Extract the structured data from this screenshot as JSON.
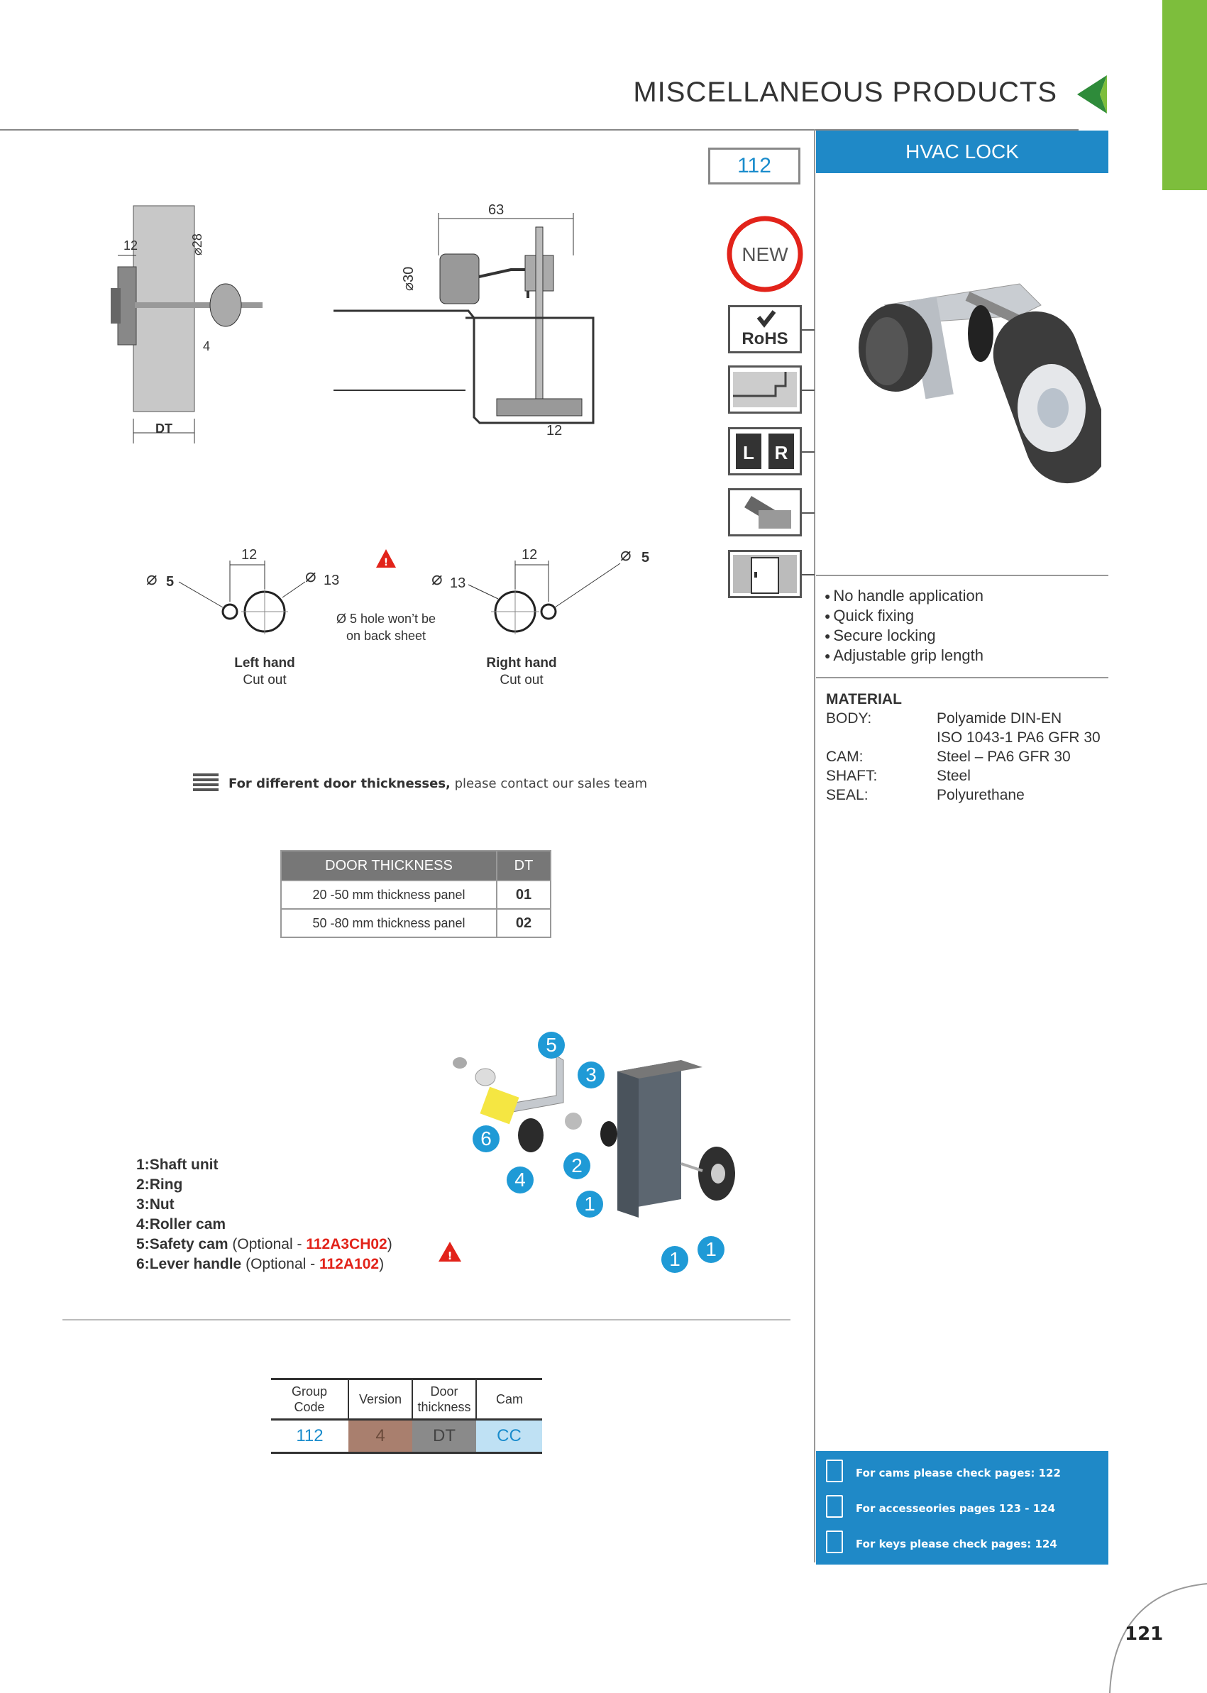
{
  "header": {
    "title": "MISCELLANEOUS PRODUCTS"
  },
  "product": {
    "code": "112",
    "name": "HVAC LOCK",
    "badge": "NEW",
    "rohs": "RoHS",
    "lr_left": "L",
    "lr_right": "R"
  },
  "drawing": {
    "dim_12a": "12",
    "dim_28": "⌀28",
    "dim_4": "4",
    "dim_dt": "DT",
    "dim_63": "63",
    "dim_30": "⌀30",
    "dim_12b": "12"
  },
  "cutouts": {
    "left_d5": "5",
    "left_12": "12",
    "left_d13": "13",
    "right_d13": "13",
    "right_12": "12",
    "right_d5": "5",
    "warning_line1": "Ø 5 hole won’t be",
    "warning_line2": "on back sheet",
    "left_title": "Left hand",
    "left_sub": "Cut out",
    "right_title": "Right hand",
    "right_sub": "Cut out"
  },
  "note": {
    "bold": "For different door thicknesses,",
    "rest": " please contact our sales team"
  },
  "door_table": {
    "headers": [
      "DOOR THICKNESS",
      "DT"
    ],
    "rows": [
      [
        "20 -50  mm thickness panel",
        "01"
      ],
      [
        "50 -80  mm thickness panel",
        "02"
      ]
    ]
  },
  "parts": [
    {
      "n": "1:",
      "label": "Shaft unit",
      "opt": "",
      "code": "",
      "close": ""
    },
    {
      "n": "2:",
      "label": "Ring",
      "opt": "",
      "code": "",
      "close": ""
    },
    {
      "n": "3:",
      "label": "Nut",
      "opt": "",
      "code": "",
      "close": ""
    },
    {
      "n": "4:",
      "label": "Roller cam",
      "opt": "",
      "code": "",
      "close": ""
    },
    {
      "n": "5:",
      "label": "Safety cam",
      "opt": " (Optional - ",
      "code": "112A3CH02",
      "close": ")"
    },
    {
      "n": "6:",
      "label": "Lever handle",
      "opt": " (Optional - ",
      "code": "112A102",
      "close": ")"
    }
  ],
  "callouts": [
    "5",
    "3",
    "6",
    "2",
    "4",
    "1",
    "1",
    "1"
  ],
  "features": [
    "No handle application",
    "Quick fixing",
    "Secure locking",
    "Adjustable grip length"
  ],
  "material": {
    "title": "MATERIAL",
    "rows": [
      {
        "k": "BODY:",
        "v": "Polyamide DIN-EN"
      },
      {
        "k": "",
        "v": "ISO 1043-1 PA6 GFR 30"
      },
      {
        "k": "CAM:",
        "v": "Steel – PA6 GFR 30"
      },
      {
        "k": "SHAFT:",
        "v": "Steel"
      },
      {
        "k": "SEAL:",
        "v": "Polyurethane"
      }
    ]
  },
  "order_table": {
    "headers": [
      "Group\nCode",
      "Version",
      "Door\nthickness",
      "Cam"
    ],
    "values": [
      "112",
      "4",
      "DT",
      "CC"
    ],
    "colors": [
      "#ffffff",
      "#a97f6e",
      "#8a8a8a",
      "#bfe1f4"
    ],
    "text_colors": [
      "#1a8ccc",
      "#6a4a3a",
      "#444444",
      "#1a8ccc"
    ]
  },
  "footer_links": [
    "For cams please check pages: 122",
    "For accesseories pages 123 - 124",
    "For keys please check pages: 124"
  ],
  "page_number": "121"
}
